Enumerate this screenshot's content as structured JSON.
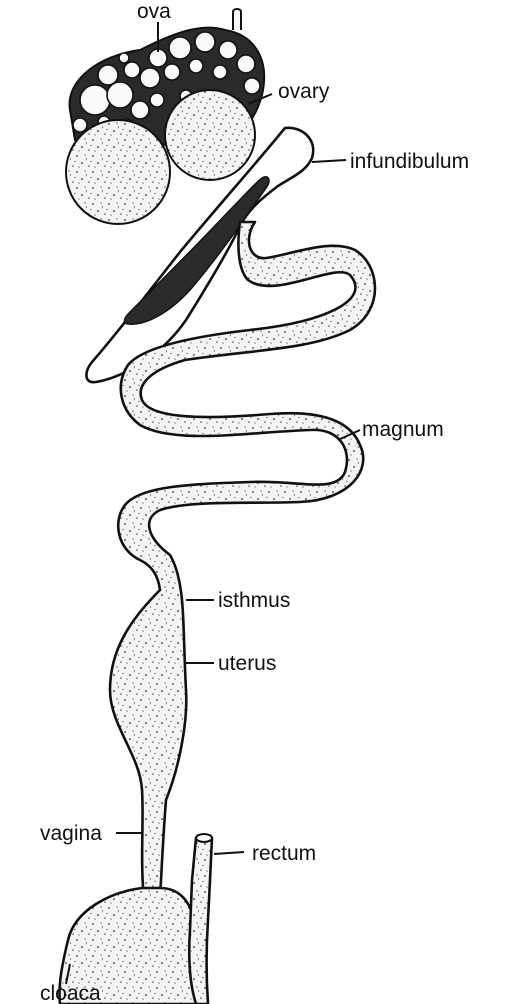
{
  "colors": {
    "ink": "#111111",
    "background": "#ffffff",
    "tissue_fill": "#f4f4f4",
    "cluster_fill": "#2a2a2a"
  },
  "labels": {
    "ova": "ova",
    "ovary": "ovary",
    "infundibulum": "infundibulum",
    "magnum": "magnum",
    "isthmus": "isthmus",
    "uterus": "uterus",
    "vagina": "vagina",
    "rectum": "rectum",
    "cloaca": "cloaca"
  }
}
